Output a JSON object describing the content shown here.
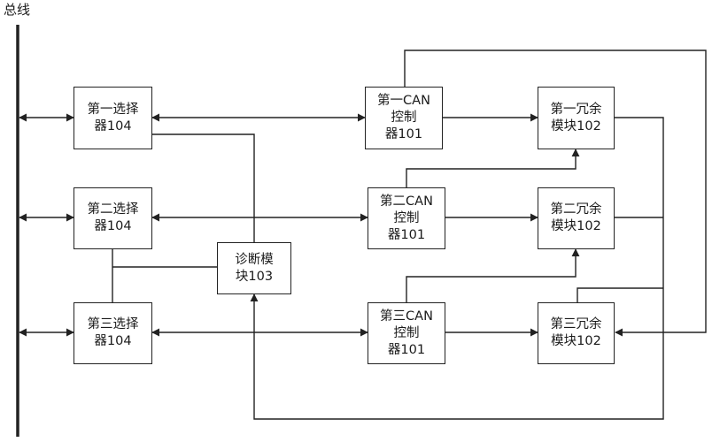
{
  "bus": {
    "label": "总线"
  },
  "selectors": [
    {
      "label": "第一选择\n器104"
    },
    {
      "label": "第二选择\n器104"
    },
    {
      "label": "第三选择\n器104"
    }
  ],
  "controllers": [
    {
      "label": "第一CAN\n控制\n器101"
    },
    {
      "label": "第二CAN\n控制\n器101"
    },
    {
      "label": "第三CAN\n控制\n器101"
    }
  ],
  "redundancy": [
    {
      "label": "第一冗余\n模块102"
    },
    {
      "label": "第二冗余\n模块102"
    },
    {
      "label": "第三冗余\n模块102"
    }
  ],
  "diagnostic": {
    "label": "诊断模\n块103"
  }
}
